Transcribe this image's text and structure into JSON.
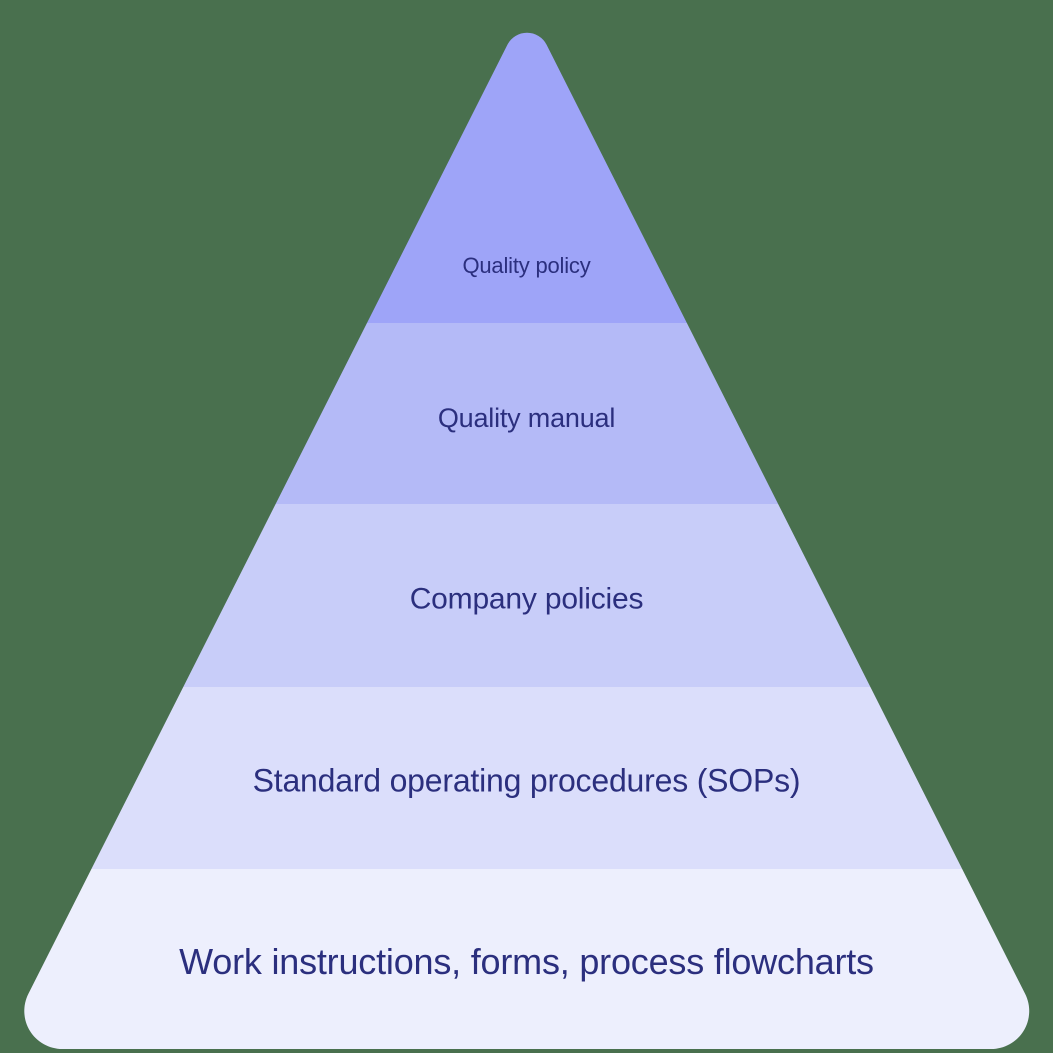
{
  "diagram": {
    "type": "pyramid",
    "background_color": "#49704E",
    "text_color": "#2B2F7E",
    "levels": [
      {
        "label": "Quality policy",
        "color": "#9EA4F8"
      },
      {
        "label": "Quality manual",
        "color": "#B4BAF7"
      },
      {
        "label": "Company policies",
        "color": "#C8CDF9"
      },
      {
        "label": "Standard operating procedures (SOPs)",
        "color": "#DBDEFB"
      },
      {
        "label": "Work instructions, forms, process flowcharts",
        "color": "#EDEFFD"
      }
    ]
  }
}
